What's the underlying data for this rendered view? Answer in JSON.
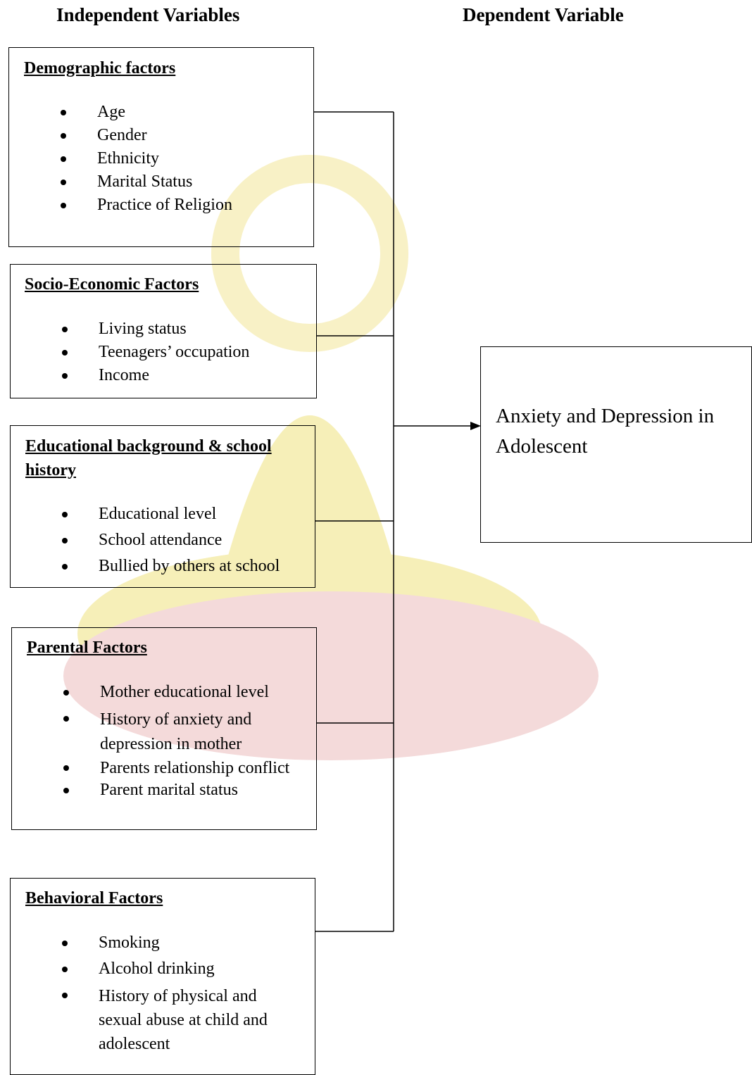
{
  "headings": {
    "independent": "Independent Variables",
    "dependent": "Dependent Variable"
  },
  "boxes": {
    "demographic": {
      "title": "Demographic factors",
      "items": [
        "Age",
        "Gender",
        "Ethnicity",
        "Marital Status",
        "Practice of Religion"
      ]
    },
    "socio_economic": {
      "title": "Socio-Economic Factors",
      "items": [
        "Living status",
        "Teenagers’ occupation",
        "Income"
      ]
    },
    "educational": {
      "title_line1": "Educational background & school",
      "title_line2": "history",
      "items": [
        "Educational level",
        "School  attendance",
        "Bullied by others at school"
      ]
    },
    "parental": {
      "title": "Parental Factors",
      "items": [
        "Mother educational level",
        "History of anxiety and depression in mother",
        "Parents relationship conflict",
        "Parent marital status"
      ]
    },
    "behavioral": {
      "title": "Behavioral Factors",
      "items": [
        "Smoking",
        "Alcohol drinking",
        "History of physical and sexual abuse at child and adolescent"
      ]
    }
  },
  "dependent_box": {
    "text": "Anxiety and Depression in Adolescent"
  }
}
